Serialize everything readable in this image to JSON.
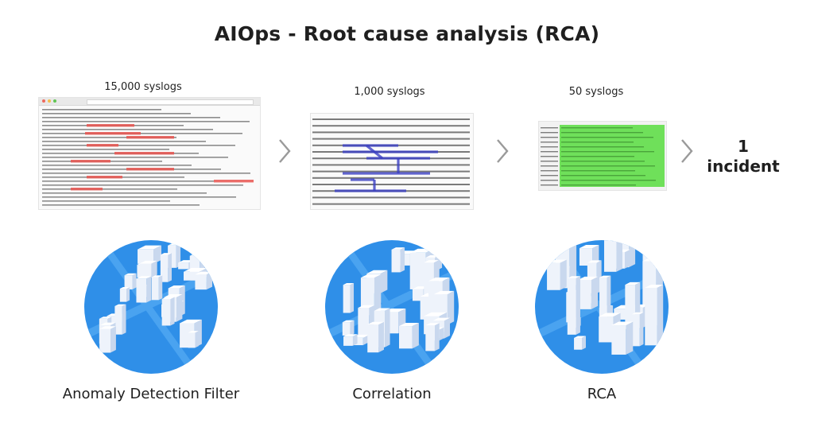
{
  "title": "AIOps - Root cause analysis (RCA)",
  "stages": [
    {
      "count_label": "15,000 syslogs"
    },
    {
      "count_label": "1,000 syslogs"
    },
    {
      "count_label": "50 syslogs"
    }
  ],
  "result": {
    "number": "1",
    "label": "incident"
  },
  "captions": [
    "Anomaly Detection Filter",
    "Correlation",
    "RCA"
  ],
  "icons": {
    "arrow": "chevron-right-icon"
  },
  "colors": {
    "highlight_red": "#e8534f",
    "correlation_blue": "#3a3fc4",
    "match_green": "#6fe05a",
    "city_blue": "#2f8fe8",
    "arrow_gray": "#9a9a9a"
  }
}
